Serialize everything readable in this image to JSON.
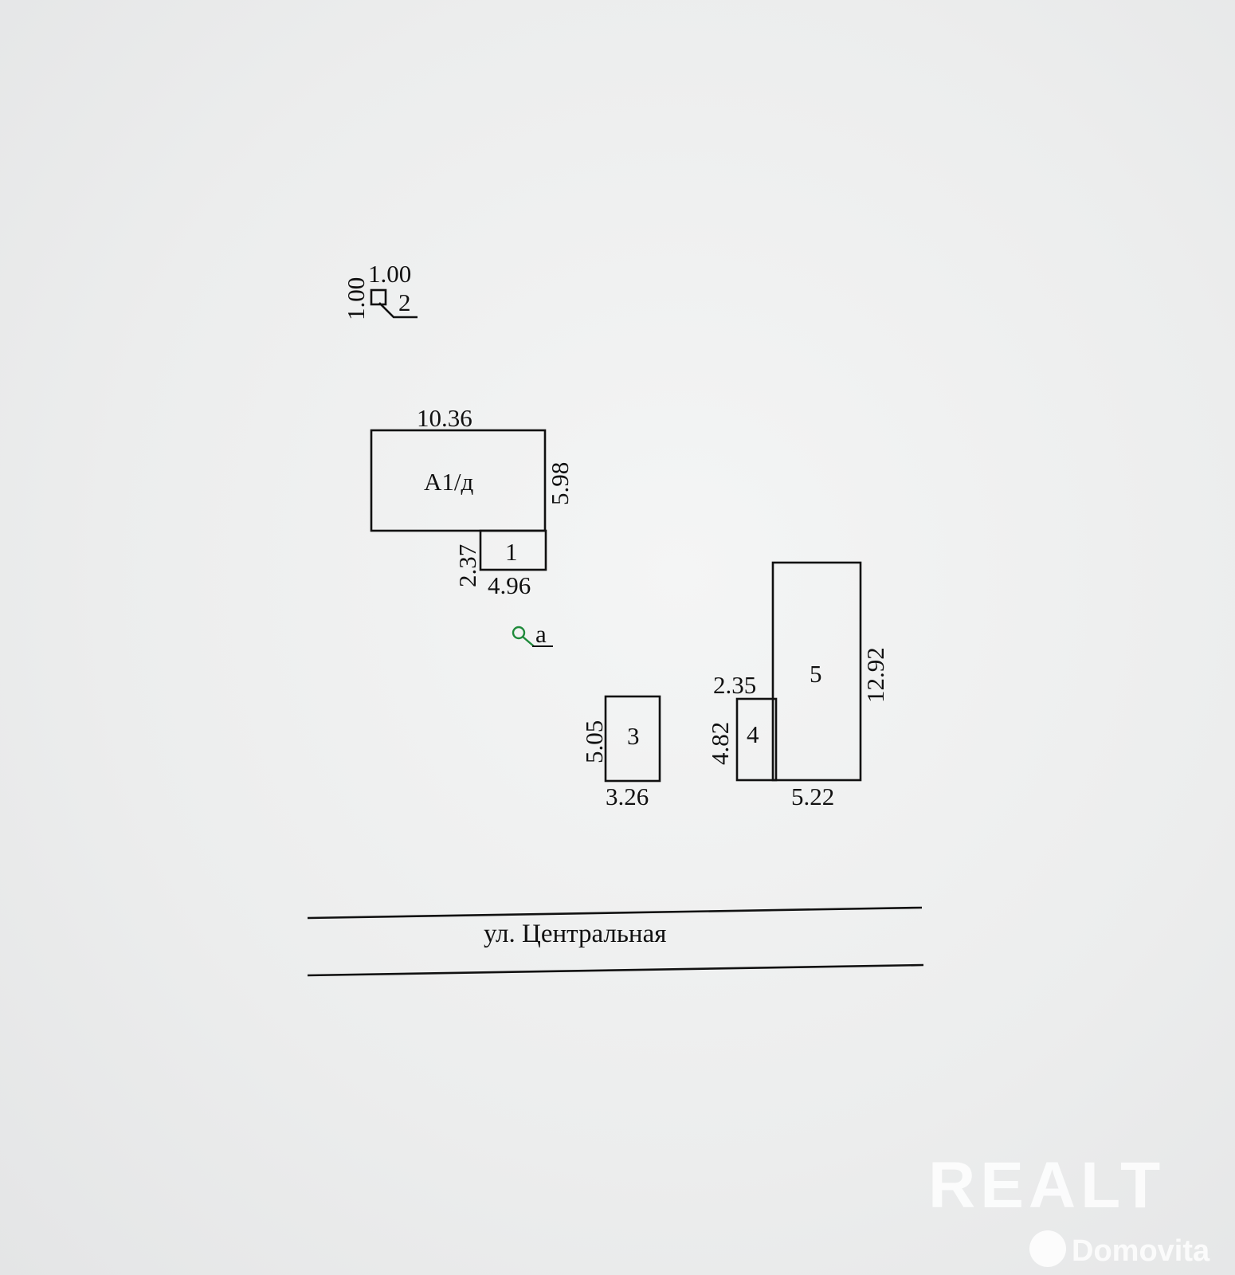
{
  "buildings": [
    {
      "id": "A1",
      "label": "А1/д",
      "width": "10.36",
      "depth": "5.98"
    },
    {
      "id": "1",
      "label": "1",
      "width": "4.96",
      "depth": "2.37"
    },
    {
      "id": "2",
      "label": "2",
      "width": "1.00",
      "depth": "1.00"
    },
    {
      "id": "3",
      "label": "3",
      "width": "3.26",
      "depth": "5.05"
    },
    {
      "id": "4",
      "label": "4",
      "width": "2.35",
      "depth": "4.82"
    },
    {
      "id": "5",
      "label": "5",
      "width": "5.22",
      "depth": "12.92"
    }
  ],
  "marker": {
    "label": "а"
  },
  "street": {
    "name": "ул. Центральная"
  },
  "watermarks": {
    "realt": "REALT",
    "domovita": "Domovita"
  },
  "colors": {
    "lines": "#111111",
    "marker": "#1e8a3a",
    "paper": "#eeeff0"
  }
}
